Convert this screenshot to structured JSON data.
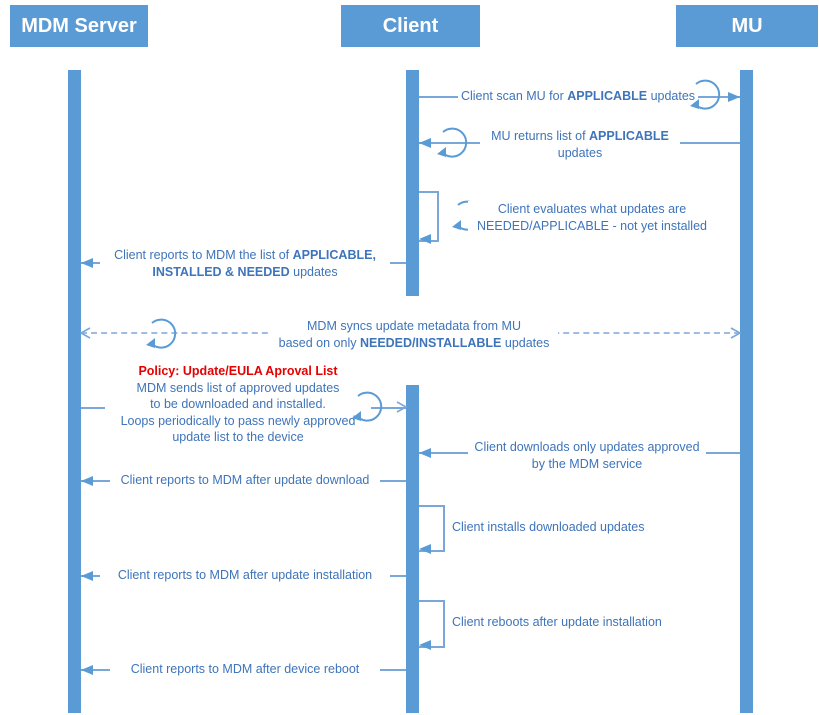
{
  "colors": {
    "actor_fill": "#5b9bd5",
    "actor_text": "#ffffff",
    "line": "#7aa7d9",
    "arrowhead": "#5b9bd5",
    "message_text": "#3e74ba",
    "policy_text": "#e60000",
    "background": "#ffffff"
  },
  "actors": [
    {
      "label": "MDM Server"
    },
    {
      "label": "Client"
    },
    {
      "label": "MU"
    }
  ],
  "messages": {
    "scan": {
      "from": "Client",
      "to": "MU",
      "arrow": "solid-filled",
      "loop_icon": true,
      "lines": [
        [
          {
            "text": "Client scan MU for "
          },
          {
            "text": "APPLICABLE",
            "bold": true
          },
          {
            "text": " updates"
          }
        ]
      ]
    },
    "returns": {
      "from": "MU",
      "to": "Client",
      "arrow": "solid-filled",
      "loop_icon": true,
      "lines": [
        [
          {
            "text": "MU returns list of "
          },
          {
            "text": "APPLICABLE",
            "bold": true
          }
        ],
        [
          {
            "text": "updates"
          }
        ]
      ]
    },
    "evaluates": {
      "self": "Client",
      "arrow": "self-call",
      "loop_icon": true,
      "lines": [
        [
          {
            "text": "Client evaluates what updates are"
          }
        ],
        [
          {
            "text": "NEEDED/APPLICABLE - not yet installed"
          }
        ]
      ]
    },
    "report_list": {
      "from": "Client",
      "to": "MDM Server",
      "arrow": "solid-filled",
      "lines": [
        [
          {
            "text": "Client reports to MDM the list of "
          },
          {
            "text": "APPLICABLE,",
            "bold": true
          }
        ],
        [
          {
            "text": "INSTALLED & NEEDED",
            "bold": true
          },
          {
            "text": " updates"
          }
        ]
      ]
    },
    "sync": {
      "from": "MDM Server",
      "to": "MU",
      "arrow": "dashed-open-both-ends",
      "loop_icon": true,
      "lines": [
        [
          {
            "text": "MDM syncs update metadata from MU"
          }
        ],
        [
          {
            "text": "based on only "
          },
          {
            "text": "NEEDED/INSTALLABLE",
            "bold": true
          },
          {
            "text": " updates"
          }
        ]
      ]
    },
    "policy": {
      "from": "MDM Server",
      "to": "Client",
      "arrow": "solid-open",
      "loop_icon": true,
      "heading": [
        {
          "text": "Policy: Update/EULA Aproval List",
          "bold": true
        }
      ],
      "lines": [
        [
          {
            "text": "MDM sends list of approved updates"
          }
        ],
        [
          {
            "text": "to be downloaded and installed."
          }
        ],
        [
          {
            "text": "Loops periodically to pass newly approved"
          }
        ],
        [
          {
            "text": "update list to the device"
          }
        ]
      ]
    },
    "downloads": {
      "from": "MU",
      "to": "Client",
      "arrow": "solid-filled",
      "lines": [
        [
          {
            "text": "Client downloads only updates approved"
          }
        ],
        [
          {
            "text": "by the MDM service"
          }
        ]
      ]
    },
    "report_download": {
      "from": "Client",
      "to": "MDM Server",
      "arrow": "solid-filled",
      "lines": [
        [
          {
            "text": "Client reports to MDM after update download"
          }
        ]
      ]
    },
    "installs": {
      "self": "Client",
      "arrow": "self-call",
      "lines": [
        [
          {
            "text": "Client installs downloaded updates"
          }
        ]
      ]
    },
    "report_install": {
      "from": "Client",
      "to": "MDM Server",
      "arrow": "solid-filled",
      "lines": [
        [
          {
            "text": "Client reports to MDM after update installation"
          }
        ]
      ]
    },
    "reboots": {
      "self": "Client",
      "arrow": "self-call",
      "lines": [
        [
          {
            "text": "Client reboots after update installation"
          }
        ]
      ]
    },
    "report_reboot": {
      "from": "Client",
      "to": "MDM Server",
      "arrow": "solid-filled",
      "lines": [
        [
          {
            "text": "Client reports to MDM after device reboot"
          }
        ]
      ]
    }
  }
}
